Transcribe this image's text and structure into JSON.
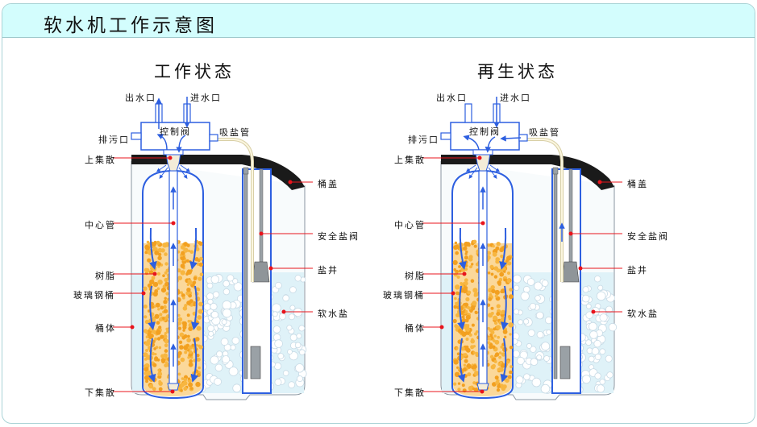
{
  "header": {
    "title": "软水机工作示意图"
  },
  "colors": {
    "header_bg": "#d3fdfd",
    "water_blue": "#2d5fe0",
    "resin_orange": "#f2a020",
    "leader_red": "#e8141c",
    "lid_black": "#1a1a1a",
    "salt_water": "#dff2f8"
  },
  "diagrams": [
    {
      "title": "工作状态",
      "labels": {
        "outlet": "出水口",
        "inlet": "进水口",
        "drain": "排污口",
        "control_valve": "控制阀",
        "brine_tube": "吸盐管",
        "upper_distributor": "上集散",
        "lid": "桶盖",
        "center_tube": "中心管",
        "safety_brine_valve": "安全盐阀",
        "resin": "树脂",
        "brine_well": "盐井",
        "frp_tank": "玻璃钢桶",
        "softener_salt": "软水盐",
        "cabinet": "桶体",
        "lower_distributor": "下集散"
      }
    },
    {
      "title": "再生状态",
      "labels": {
        "outlet": "出水口",
        "inlet": "进水口",
        "drain": "排污口",
        "control_valve": "控制阀",
        "brine_tube": "吸盐管",
        "upper_distributor": "上集散",
        "lid": "桶盖",
        "center_tube": "中心管",
        "safety_brine_valve": "安全盐阀",
        "resin": "树脂",
        "brine_well": "盐井",
        "frp_tank": "玻璃钢桶",
        "softener_salt": "软水盐",
        "cabinet": "桶体",
        "lower_distributor": "下集散"
      }
    }
  ]
}
